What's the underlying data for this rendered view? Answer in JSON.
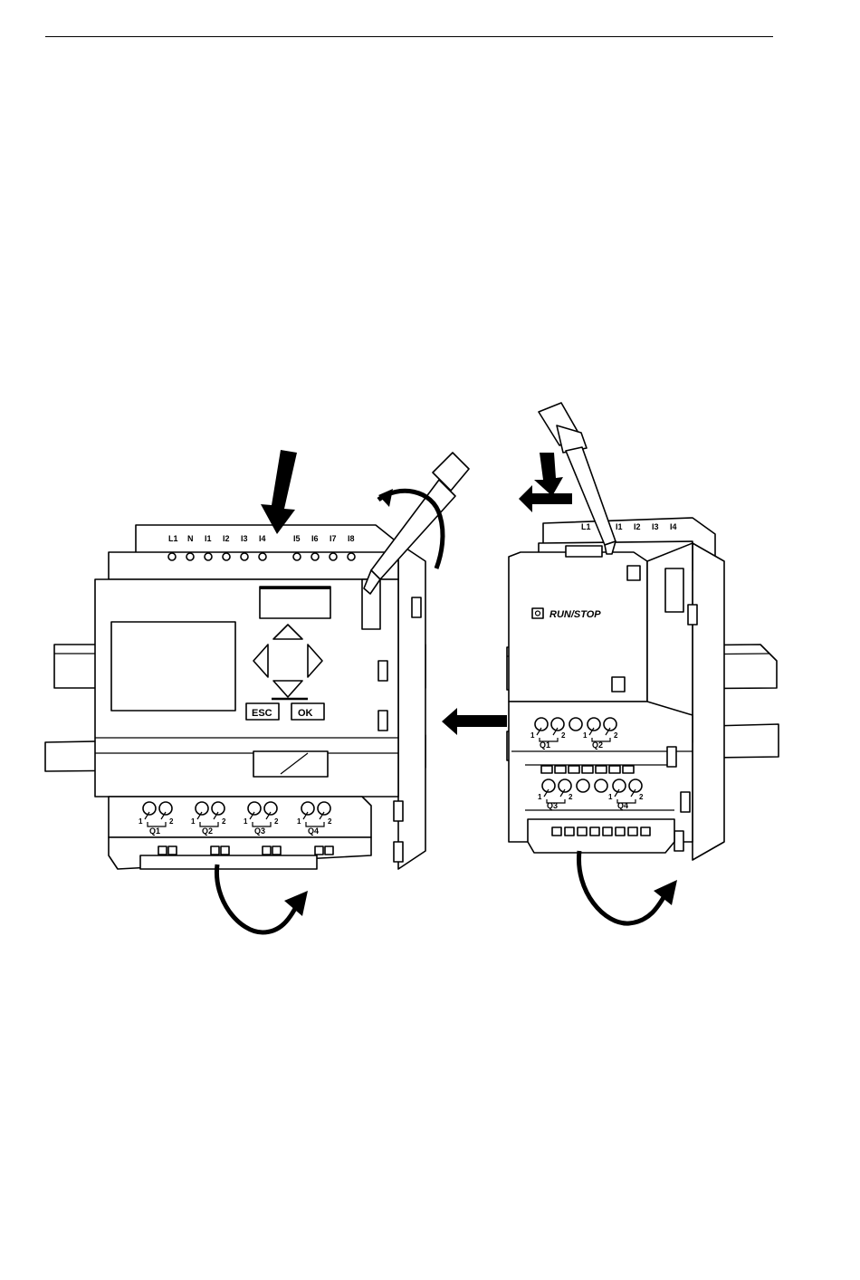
{
  "figure": {
    "base_module": {
      "top_terminals": [
        "L1",
        "N",
        "I1",
        "I2",
        "I3",
        "I4",
        "I5",
        "I6",
        "I7",
        "I8"
      ],
      "buttons": {
        "esc": "ESC",
        "ok": "OK"
      },
      "outputs": [
        "Q1",
        "Q2",
        "Q3",
        "Q4"
      ]
    },
    "expansion_module": {
      "top_terminals": [
        "L1",
        "I1",
        "I2",
        "I3",
        "I4"
      ],
      "run_stop_label": "RUN/STOP",
      "upper_outputs": [
        "Q1",
        "Q2"
      ],
      "lower_outputs": [
        "Q3",
        "Q4"
      ]
    },
    "contact_numbers": {
      "a": "1",
      "b": "2"
    }
  }
}
